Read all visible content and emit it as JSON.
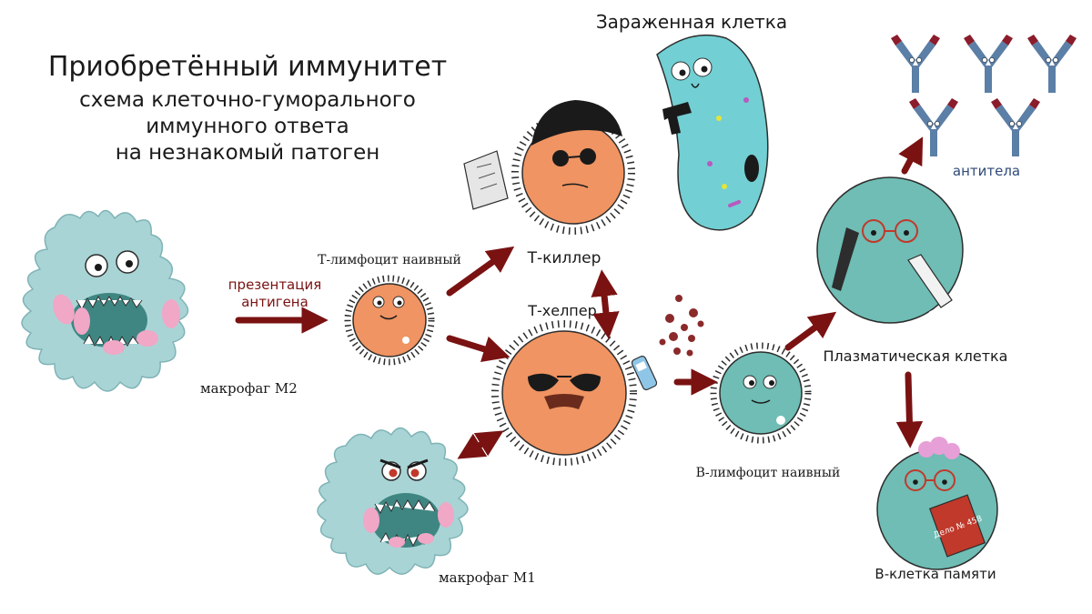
{
  "title": {
    "main": "Приобретённый иммунитет",
    "line1": "схема клеточно-гуморального",
    "line2": "иммунного ответа",
    "line3": "на незнакомый патоген"
  },
  "labels": {
    "infected_cell": "Зараженная клетка",
    "t_naive": "Т-лимфоцит наивный",
    "t_killer": "Т-киллер",
    "t_helper": "Т-хелпер",
    "macrophage_m2": "макрофаг М2",
    "macrophage_m1": "макрофаг М1",
    "b_naive": "В-лимфоцит  наивный",
    "plasma_cell": "Плазматическая клетка",
    "antibodies": "антитела",
    "b_memory": "В-клетка памяти"
  },
  "arrow_labels": {
    "antigen_presentation_1": "презентация",
    "antigen_presentation_2": "антигена"
  },
  "prop_text": {
    "dossier": "Дело № 458"
  },
  "colors": {
    "arrow": "#7a1212",
    "macrophage": "#a9d4d6",
    "macrophage_inner": "#3f8682",
    "orange_cell": "#ef9462",
    "teal_cell": "#6fbdb4",
    "infected_cell": "#72cfd3",
    "antibody": "#5b7fa6",
    "antibody_tip": "#8b1c2c"
  }
}
